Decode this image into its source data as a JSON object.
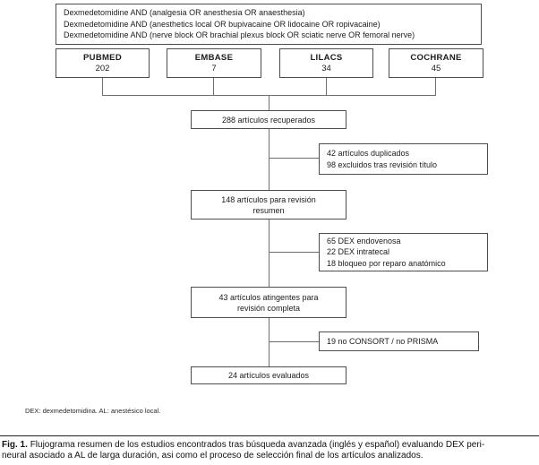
{
  "search_box": {
    "queries": [
      "Dexmedetomidine AND (analgesia OR anesthesia OR anaesthesia)",
      "Dexmedetomidine AND (anesthetics local OR bupivacaine OR lidocaine OR ropivacaine)",
      "Dexmedetomidine AND (nerve block OR brachial plexus block OR sciatic nerve OR femoral nerve)"
    ]
  },
  "databases": [
    {
      "name": "PUBMED",
      "count": "202"
    },
    {
      "name": "EMBASE",
      "count": "7"
    },
    {
      "name": "LILACS",
      "count": "34"
    },
    {
      "name": "COCHRANE",
      "count": "45"
    }
  ],
  "flow_boxes": {
    "retrieved": {
      "line1": "288 artículos recuperados"
    },
    "abstract_review": {
      "line1": "148 artículos para revisión",
      "line2": "resumen"
    },
    "full_review": {
      "line1": "43 artículos atingentes para",
      "line2": "revisión completa"
    },
    "evaluated": {
      "line1": "24 artículos evaluados"
    }
  },
  "exclusion_boxes": {
    "duplicates_titles": {
      "line1": "42 artículos duplicados",
      "line2": "98 excluidos tras revisión título"
    },
    "dex_exclusions": {
      "line1": "65 DEX endovenosa",
      "line2": "22 DEX intratecal",
      "line3": "18 bloqueo por reparo anatómico"
    },
    "no_consort": {
      "line1": "19 no CONSORT / no PRISMA"
    }
  },
  "footnote": "DEX: dexmedetomidina. AL: anestésico local.",
  "caption": {
    "label": "Fig. 1.",
    "line1": "Flujograma resumen de los estudios encontrados tras búsqueda avanzada (inglés y español) evaluando DEX peri-",
    "line2": "neural asociado a AL de larga duración, asi como el proceso de selección final de los artículos analizados."
  },
  "colors": {
    "box_border": "#4d4d4d",
    "connector": "#6e6e6e",
    "text": "#1c1c1c",
    "background": "#ffffff"
  }
}
